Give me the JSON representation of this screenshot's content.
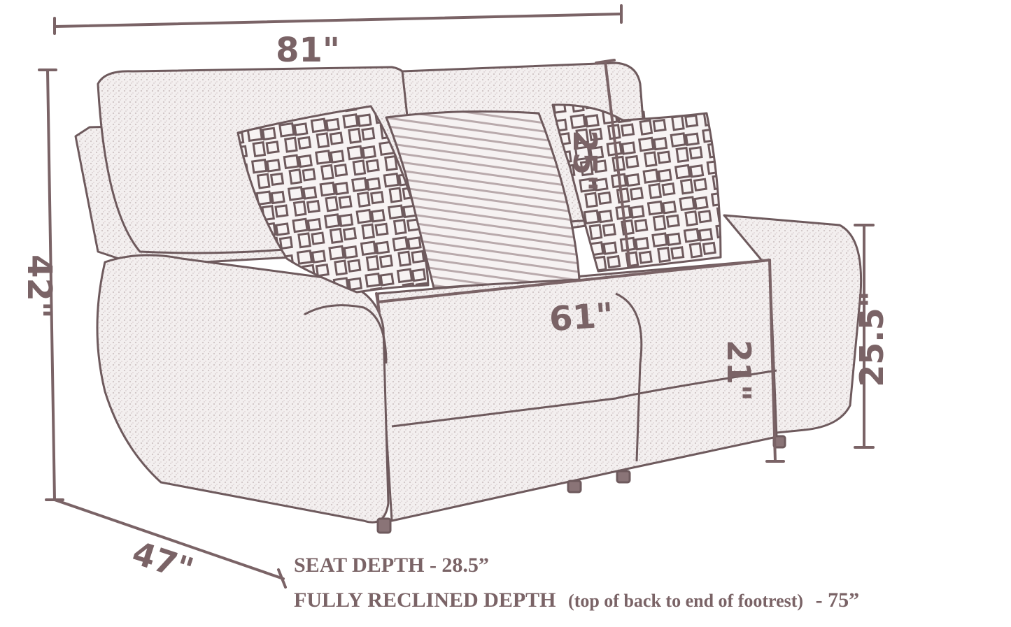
{
  "dimensions": {
    "width": "81\"",
    "height": "42\"",
    "depth": "47\"",
    "back_height": "25\"",
    "seat_width": "61\"",
    "seat_height": "21\"",
    "arm_height": "25.5\""
  },
  "notes": {
    "seat_depth": "SEAT DEPTH - 28.5”",
    "reclined_depth_label": "FULLY RECLINED DEPTH",
    "reclined_depth_detail": "(top of back to end of footrest)",
    "reclined_depth_value": "- 75”"
  },
  "colors": {
    "dimension": "#7a6366",
    "outline": "#6e5a5d",
    "fabric": "#f2eeee",
    "fabric_dark": "#d9cfd0"
  }
}
